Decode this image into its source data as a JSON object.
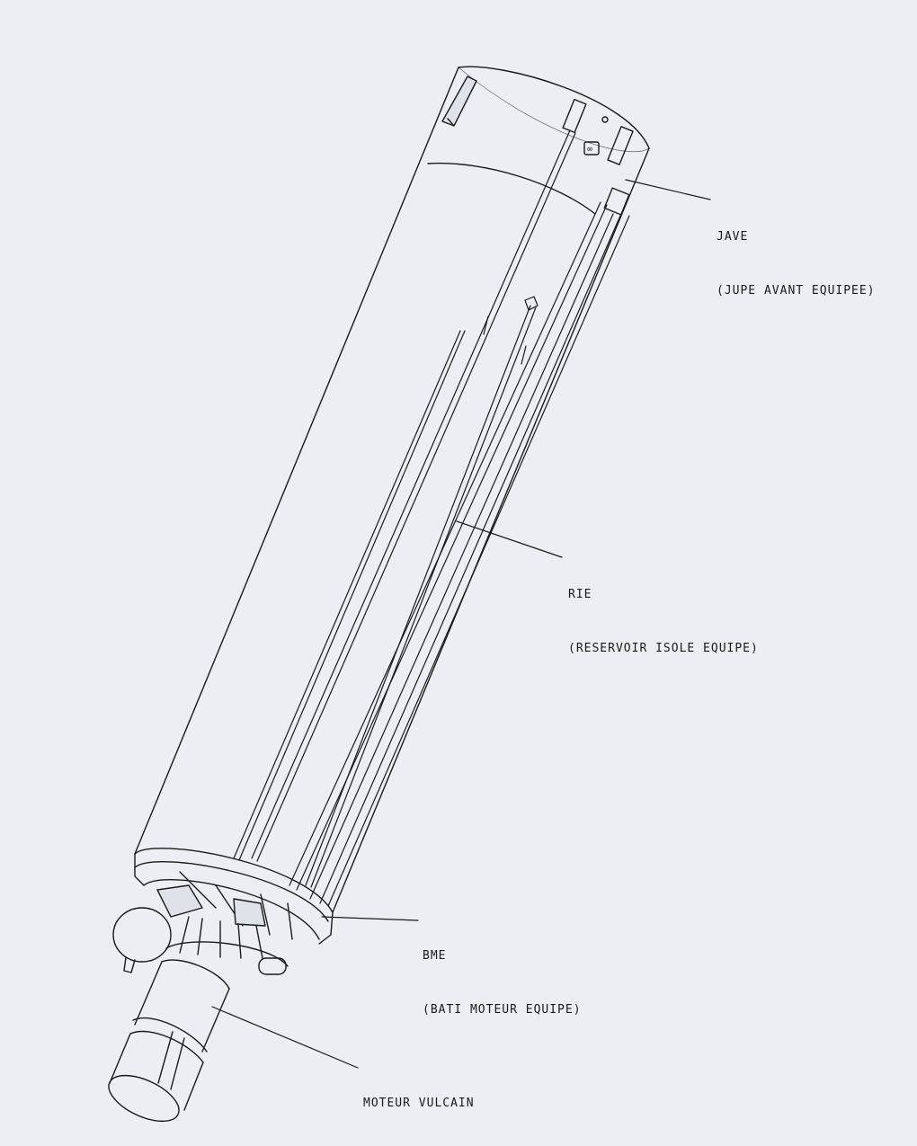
{
  "labels": {
    "jave": {
      "code": "JAVE",
      "full": "(JUPE AVANT EQUIPEE)"
    },
    "rie": {
      "code": "RIE",
      "full": "(RESERVOIR ISOLE EQUIPE)"
    },
    "bme": {
      "code": "BME",
      "full": "(BATI MOTEUR EQUIPE)"
    },
    "moteur": {
      "code": "MOTEUR VULCAIN"
    }
  },
  "colors": {
    "paper": "#eceef3",
    "ink": "#1a1a1a"
  }
}
